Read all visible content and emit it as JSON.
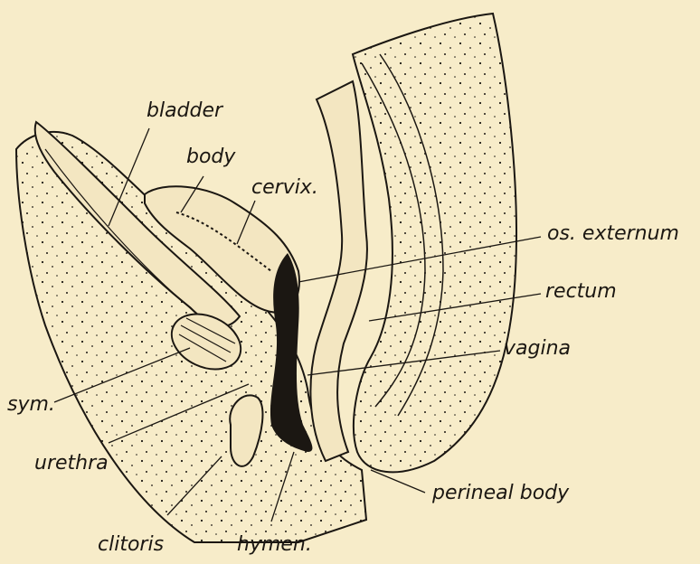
{
  "colors": {
    "paper": "#f7ecc9",
    "ink": "#1b1712",
    "tissue_fill": "#f3e6c1"
  },
  "labels": {
    "bladder": "bladder",
    "body": "body",
    "cervix": "cervix.",
    "os_externum": "os. externum",
    "rectum": "rectum",
    "vagina": "vagina",
    "sym": "sym.",
    "urethra": "urethra",
    "perineal_body": "perineal body",
    "clitoris": "clitoris",
    "hymen": "hymen."
  }
}
